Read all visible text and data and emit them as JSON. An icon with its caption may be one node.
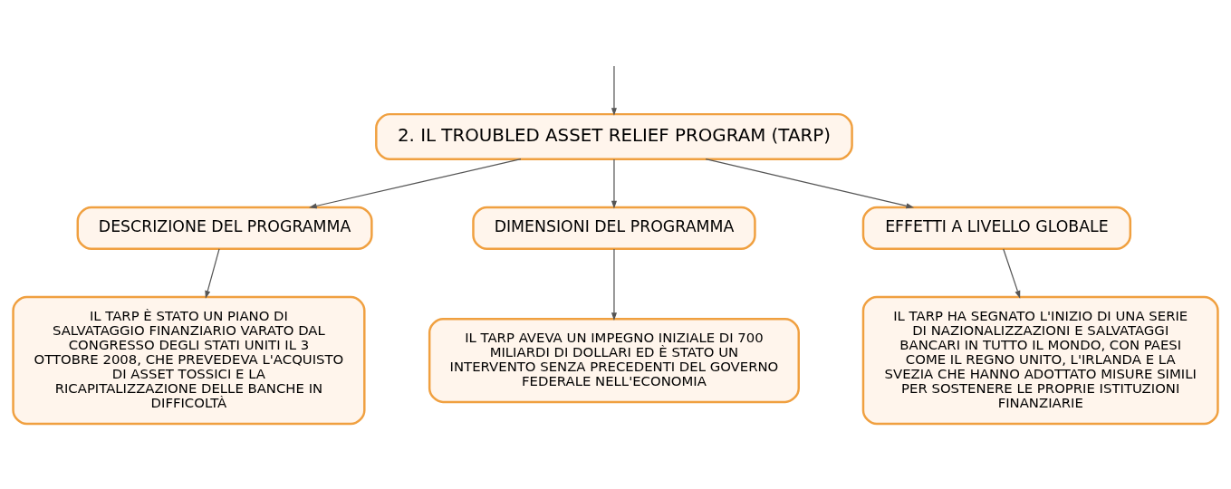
{
  "diagram": {
    "nodes": [
      {
        "text": [
          "2. IL TROUBLED ASSET RELIEF PROGRAM (TARP)"
        ]
      },
      {
        "text": [
          "DESCRIZIONE DEL PROGRAMMA"
        ]
      },
      {
        "text": [
          "DIMENSIONI DEL PROGRAMMA"
        ]
      },
      {
        "text": [
          "EFFETTI A LIVELLO GLOBALE"
        ]
      },
      {
        "text": [
          "IL TARP È STATO UN PIANO DI SALVATAGGIO FINANZIARIO VARATO DAL CONGRESSO DEGLI STATI UNITI IL 3 OTTOBRE 2008, CHE PREVEDEVA L'ACQUISTO DI ASSET TOSSICI E LA RICAPITALIZZAZIONE DELLE BANCHE IN DIFFICOLTÀ"
        ]
      },
      {
        "text": [
          "IL TARP AVEVA UN IMPEGNO INIZIALE DI 700 MILIARDI DI DOLLARI ED È STATO UN INTERVENTO SENZA PRECEDENTI DEL GOVERNO FEDERALE NELL'ECONOMIA"
        ]
      },
      {
        "text": [
          "IL TARP HA SEGNATO L'INIZIO DI UNA SERIE DI NAZIONALIZZAZIONI E SALVATAGGI BANCARI IN TUTTO IL MONDO, CON PAESI COME IL REGNO UNITO, L'IRLANDA E LA SVEZIA CHE HANNO ADOTTATO MISURE SIMILI PER SOSTENERE LE PROPRIE ISTITUZIONI FINANZIARIE"
        ]
      }
    ],
    "edges": [
      {
        "from": null,
        "to": 0,
        "arrow": "to"
      },
      {
        "from": 0,
        "to": 1,
        "arrow": "to"
      },
      {
        "from": 0,
        "to": 2,
        "arrow": "to"
      },
      {
        "from": 0,
        "to": 3,
        "arrow": "to"
      },
      {
        "from": 1,
        "to": 4,
        "arrow": "to"
      },
      {
        "from": 2,
        "to": 5,
        "arrow": "to"
      },
      {
        "from": 3,
        "to": 6,
        "arrow": "to"
      }
    ]
  }
}
